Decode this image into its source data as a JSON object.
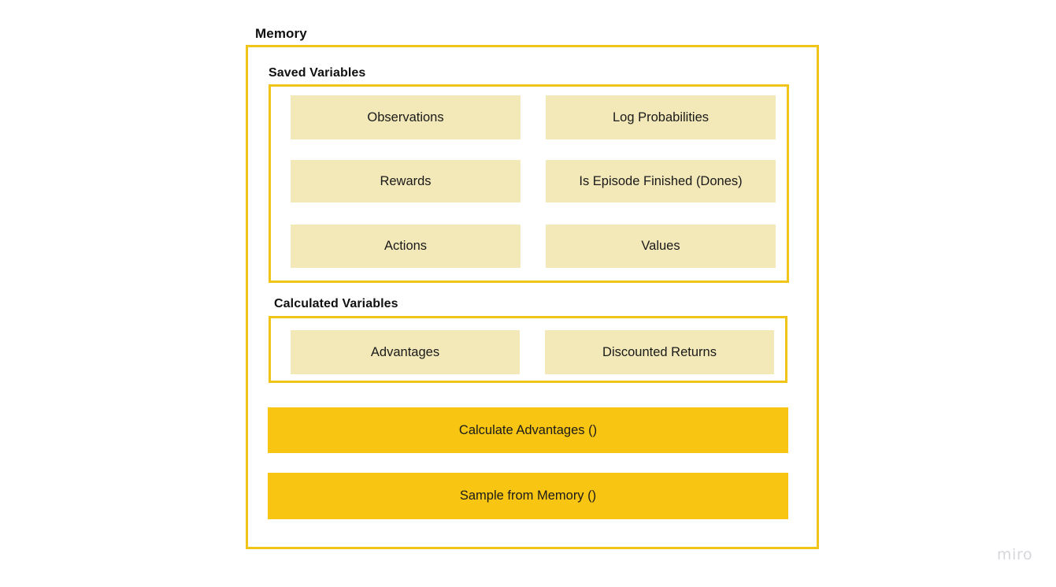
{
  "diagram": {
    "title": "Memory",
    "sections": [
      {
        "id": "saved",
        "title": "Saved Variables",
        "items": [
          "Observations",
          "Log Probabilities",
          "Rewards",
          "Is Episode Finished (Dones)",
          "Actions",
          "Values"
        ]
      },
      {
        "id": "calculated",
        "title": "Calculated Variables",
        "items": [
          "Advantages",
          "Discounted Returns"
        ]
      }
    ],
    "actions": [
      "Calculate Advantages ()",
      "Sample from Memory ()"
    ]
  },
  "watermark": "miro",
  "colors": {
    "border": "#f0c419",
    "chip_fill": "#f2e8b8",
    "action_fill": "#f9c513",
    "text": "#1a1a1a",
    "title_text": "#101010",
    "background": "#ffffff",
    "watermark_text": "#d5d7dc"
  }
}
